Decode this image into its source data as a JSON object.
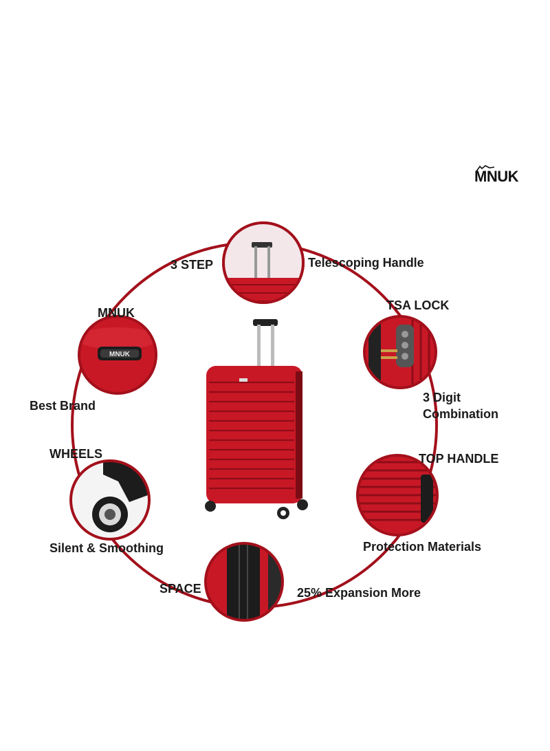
{
  "brand": {
    "logo_text": "MNUK"
  },
  "features": {
    "handle": {
      "left_label": "3 STEP",
      "right_label": "Telescoping Handle"
    },
    "lock": {
      "top_label": "TSA LOCK",
      "bottom_label": "3 Digit Combination"
    },
    "brand_badge": {
      "top_label": "MNUK",
      "bottom_label": "Best Brand",
      "badge_text": "MNUK"
    },
    "top_handle": {
      "top_label": "TOP HANDLE",
      "bottom_label": "Protection Materials"
    },
    "wheels": {
      "top_label": "WHEELS",
      "bottom_label": "Silent & Smoothing"
    },
    "space": {
      "left_label": "SPACE",
      "right_label": "25% Expansion More"
    }
  },
  "colors": {
    "ring": "#a3101b",
    "suitcase": "#c81826",
    "suitcase_dark": "#8e0d17"
  }
}
